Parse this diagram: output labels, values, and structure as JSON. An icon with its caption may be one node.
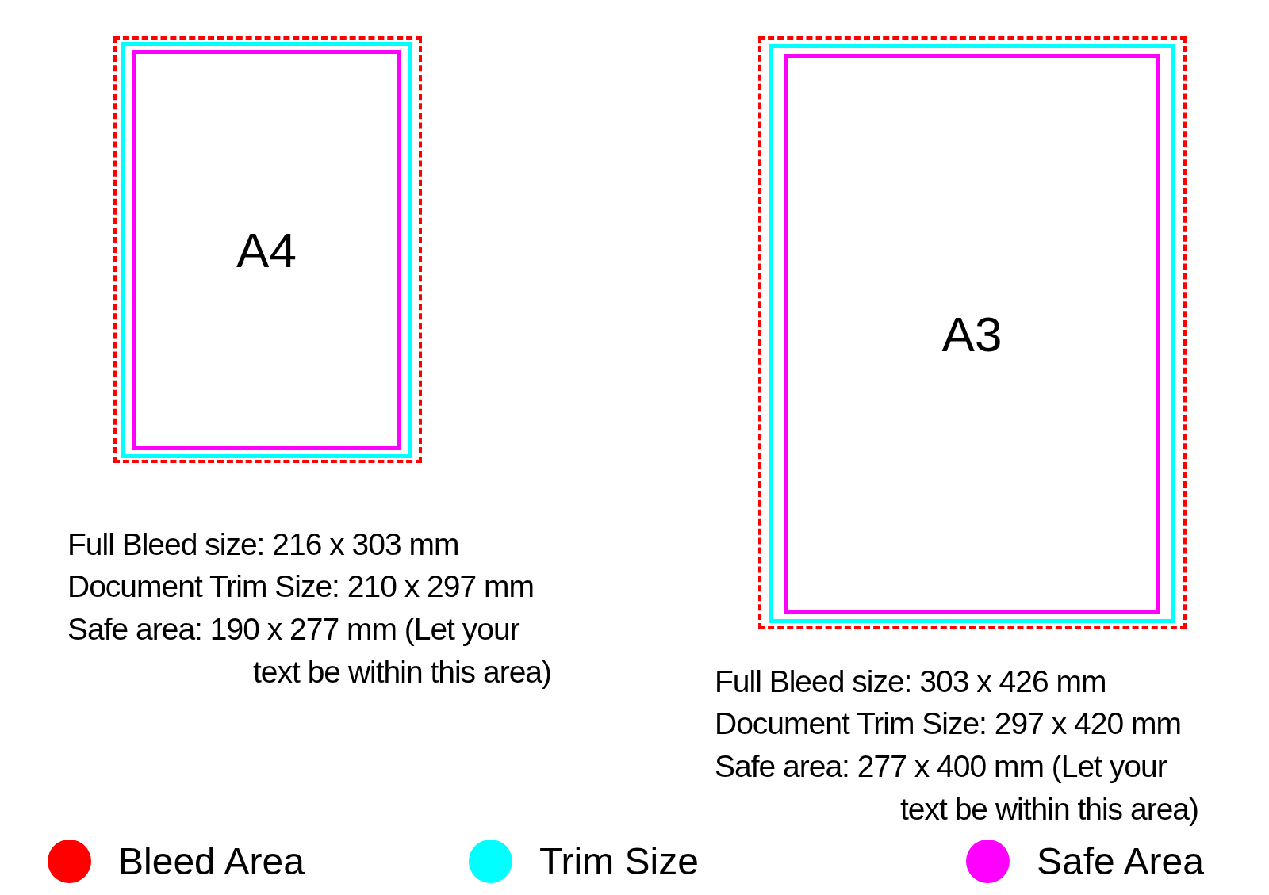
{
  "diagram": {
    "nodes": [
      {
        "text": [],
        "shape": "box"
      },
      {
        "text": [],
        "shape": "box",
        "in": 0
      },
      {
        "text": [
          "A4"
        ],
        "in": 1
      },
      {
        "text": [],
        "shape": "box"
      },
      {
        "text": [],
        "shape": "box",
        "in": 3
      },
      {
        "text": [
          "A3"
        ],
        "in": 4
      }
    ],
    "labels": [
      "Full Bleed size: 216 x 303 mm",
      "Document Trim Size: 210 x 297 mm",
      "Safe area: 190 x 277 mm (Let your text be within this area)",
      "Full Bleed size: 303 x 426 mm",
      "Document Trim Size: 297 x 420 mm",
      "Safe area: 277 x 400 mm (Let your text be within this area)"
    ],
    "legend": [
      {
        "text": "Bleed Area",
        "color": "#ff0000"
      },
      {
        "text": "Trim Size",
        "color": "#00ffff"
      },
      {
        "text": "Safe Area",
        "color": "#ff00ff"
      }
    ]
  }
}
